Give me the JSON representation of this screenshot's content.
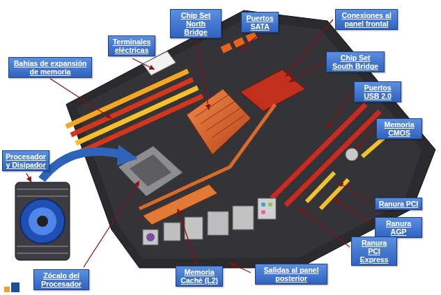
{
  "diagram": {
    "nodes": [
      {
        "text": [
          "Chip Set North Bridge"
        ]
      },
      {
        "text": [
          "Puertos SATA"
        ]
      },
      {
        "text": [
          "Conexiones al panel frontal"
        ]
      },
      {
        "text": [
          "Terminales eléctricas"
        ]
      },
      {
        "text": [
          "Bahías de expansión de memoria"
        ]
      },
      {
        "text": [
          "Chip Set South Bridge"
        ]
      },
      {
        "text": [
          "Puertos USB 2.0"
        ]
      },
      {
        "text": [
          "Memoria CMOS"
        ]
      },
      {
        "text": [
          "Procesador y Disipador"
        ]
      },
      {
        "text": [
          "Ranura PCI"
        ]
      },
      {
        "text": [
          "Ranura AGP"
        ]
      },
      {
        "text": [
          "Ranura PCI Express"
        ]
      },
      {
        "text": [
          "Zócalo del Procesador"
        ]
      },
      {
        "text": [
          "Memoria Caché (L2)"
        ]
      },
      {
        "text": [
          "Salidas al panel posterior"
        ]
      }
    ]
  }
}
